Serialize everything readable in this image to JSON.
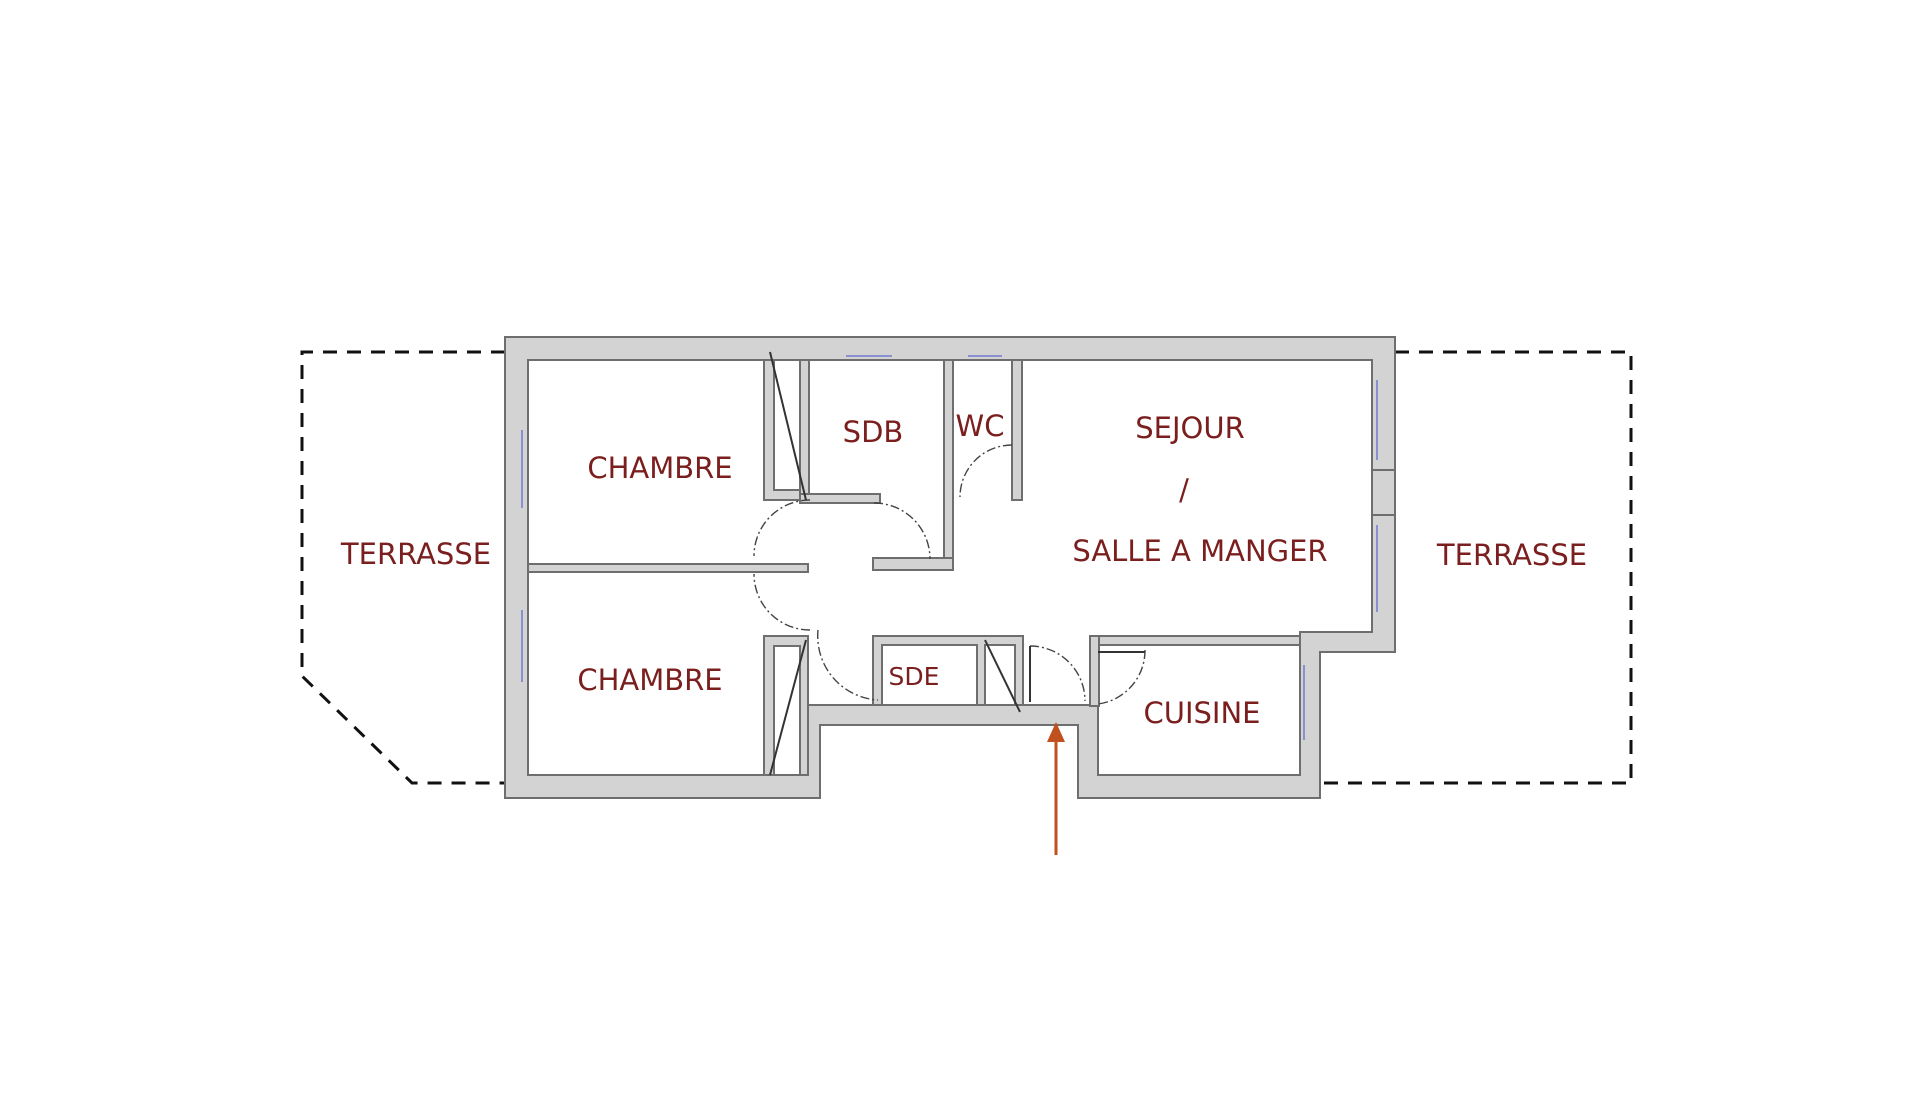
{
  "rooms": {
    "chambre_top": "CHAMBRE",
    "chambre_bottom": "CHAMBRE",
    "sdb": "SDB",
    "wc": "WC",
    "sejour_line1": "SEJOUR",
    "sejour_line2": "/",
    "sejour_line3": "SALLE A MANGER",
    "sde": "SDE",
    "cuisine": "CUISINE",
    "terrasse_left": "TERRASSE",
    "terrasse_right": "TERRASSE"
  },
  "colors": {
    "label": "#7a1e1e",
    "wall": "#d3d3d3",
    "entrance_arrow": "#c0501e"
  }
}
